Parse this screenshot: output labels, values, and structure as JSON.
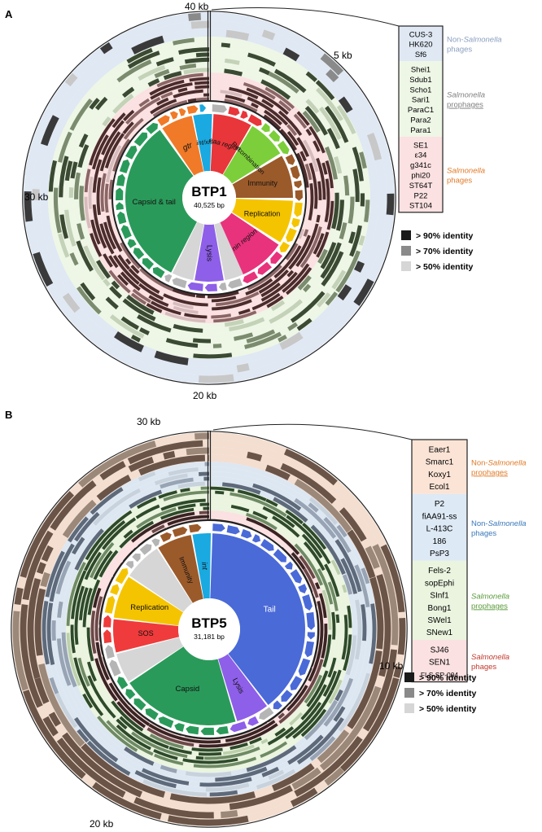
{
  "panelA": {
    "letter": "A",
    "genome_name": "BTP1",
    "genome_size": "40,525 bp",
    "ticks": {
      "top": "40 kb",
      "right": "5 kb",
      "left": "30 kb",
      "bottom": "20 kb"
    },
    "modules": [
      {
        "label": "gtr",
        "color": "#f07a28"
      },
      {
        "label": "int/xis",
        "color": "#1aa9e0"
      },
      {
        "label": "eaa region",
        "color": "#e8363a"
      },
      {
        "label": "Recombination",
        "color": "#7ccf3a"
      },
      {
        "label": "Immunity",
        "color": "#9b5a2a"
      },
      {
        "label": "Replication",
        "color": "#f5c400"
      },
      {
        "label": "nin region",
        "color": "#e8327c"
      },
      {
        "label": "Lysis",
        "color": "#8e5fe8"
      },
      {
        "label": "Capsid & tail",
        "color": "#2a9a5a"
      }
    ],
    "legend_groups": [
      {
        "names": [
          "CUS-3",
          "HK620",
          "Sf6"
        ],
        "label_prefix": "Non-",
        "label_italic": "Salmonella",
        "label_suffix": "phages",
        "bg": "#dfe8f3",
        "label_color": "#8aa0c0"
      },
      {
        "names": [
          "Shei1",
          "Sdub1",
          "Scho1",
          "Sari1",
          "ParaC1",
          "Para2",
          "Para1"
        ],
        "label_prefix": "",
        "label_italic": "Salmonella",
        "label_suffix": "prophages",
        "bg": "#eef6e6",
        "label_color": "#808080"
      },
      {
        "names": [
          "SE1",
          "ε34",
          "g341c",
          "phi20",
          "ST64T",
          "P22",
          "ST104"
        ],
        "label_prefix": "",
        "label_italic": "Salmonella",
        "label_suffix": "phages",
        "bg": "#fbe1e1",
        "label_color": "#e07a28"
      }
    ]
  },
  "panelB": {
    "letter": "B",
    "genome_name": "BTP5",
    "genome_size": "31,181 bp",
    "ticks": {
      "top": "30 kb",
      "right": "10 kb",
      "bottom": "20 kb"
    },
    "modules": [
      {
        "label": "Immunity",
        "color": "#9b5a2a"
      },
      {
        "label": "int",
        "color": "#1aa9e0"
      },
      {
        "label": "Tail",
        "color": "#4a6ad8"
      },
      {
        "label": "Lysis",
        "color": "#8e5fe8"
      },
      {
        "label": "Capsid",
        "color": "#2a9a5a"
      },
      {
        "label": "SOS",
        "color": "#ef3b3b"
      },
      {
        "label": "Replication",
        "color": "#f5c400"
      }
    ],
    "legend_groups": [
      {
        "names": [
          "Eaer1",
          "Smarc1",
          "Koxy1",
          "Ecol1"
        ],
        "label_prefix": "Non-",
        "label_italic": "Salmonella",
        "label_suffix": "prophages",
        "bg": "#fbe4d6",
        "label_color": "#e07a28"
      },
      {
        "names": [
          "P2",
          "fiAA91-ss",
          "L-413C",
          "186",
          "PsP3"
        ],
        "label_prefix": "Non-",
        "label_italic": "Salmonella",
        "label_suffix": "phages",
        "bg": "#dde9f5",
        "label_color": "#3a78b8"
      },
      {
        "names": [
          "Fels-2",
          "sopEphi",
          "SInf1",
          "Bong1",
          "SWel1",
          "SNew1"
        ],
        "label_prefix": "",
        "label_italic": "Salmonella",
        "label_suffix": "prophages",
        "bg": "#eaf4df",
        "label_color": "#5a9a3a"
      },
      {
        "names": [
          "SJ46",
          "SEN1",
          "FLS SP-004"
        ],
        "label_prefix": "",
        "label_italic": "Salmonella",
        "label_suffix": "phages",
        "bg": "#fbe1e1",
        "label_color": "#c0392b"
      }
    ]
  },
  "identity_legend": [
    {
      "label": "> 90% identity",
      "color": "#1a1a1a"
    },
    {
      "label": "> 70% identity",
      "color": "#8a8a8a"
    },
    {
      "label": "> 50% identity",
      "color": "#d6d6d6"
    }
  ]
}
